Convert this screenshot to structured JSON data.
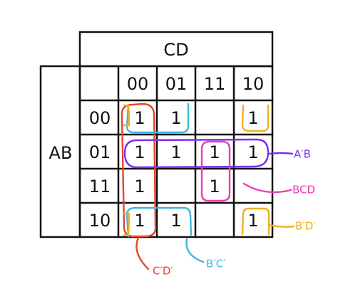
{
  "variables": {
    "column_label": "CD",
    "row_label": "AB"
  },
  "column_headers": [
    "00",
    "01",
    "11",
    "10"
  ],
  "row_headers": [
    "00",
    "01",
    "11",
    "10"
  ],
  "cells": [
    [
      "1",
      "1",
      "",
      "1"
    ],
    [
      "1",
      "1",
      "1",
      "1"
    ],
    [
      "1",
      "",
      "1",
      ""
    ],
    [
      "1",
      "1",
      "",
      "1"
    ]
  ],
  "groups": [
    {
      "term": "C′D′",
      "color": "#e8452a"
    },
    {
      "term": "B′C′",
      "color": "#3ab8e0"
    },
    {
      "term": "A′B",
      "color": "#7b2ff2"
    },
    {
      "term": "BCD",
      "color": "#e83fb5"
    },
    {
      "term": "B′D′",
      "color": "#f2b01e"
    }
  ]
}
